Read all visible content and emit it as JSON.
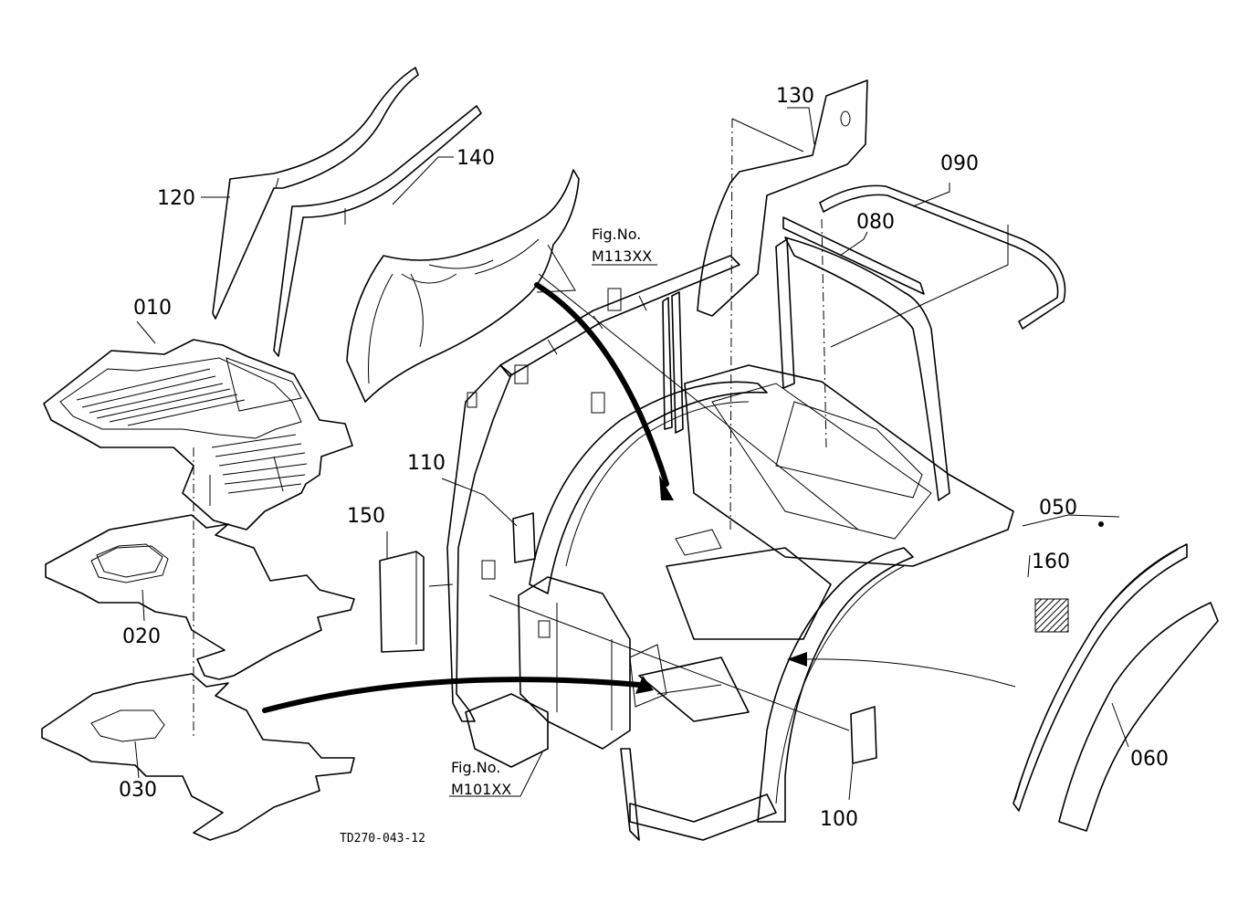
{
  "parts": {
    "p010": "010",
    "p020": "020",
    "p030": "030",
    "p050": "050",
    "p060": "060",
    "p080": "080",
    "p090": "090",
    "p100": "100",
    "p110": "110",
    "p120": "120",
    "p130": "130",
    "p140": "140",
    "p150": "150",
    "p160": "160"
  },
  "figure_refs": {
    "top": {
      "label": "Fig.No.",
      "code": "M113XX"
    },
    "bottom": {
      "label": "Fig.No.",
      "code": "M101XX"
    }
  },
  "drawing_id": "TD270-043-12"
}
